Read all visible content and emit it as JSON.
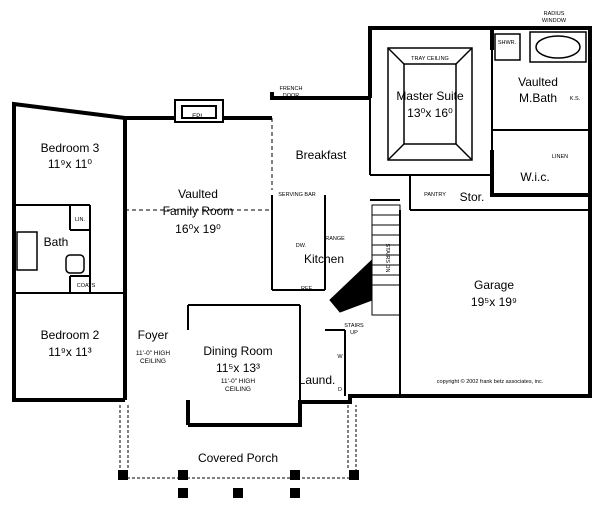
{
  "rooms": {
    "bedroom3": {
      "name": "Bedroom 3",
      "dims": "11⁹x 11⁰"
    },
    "bedroom2": {
      "name": "Bedroom 2",
      "dims": "11⁹x 11³"
    },
    "bath": {
      "name": "Bath"
    },
    "family": {
      "name": "Vaulted",
      "name2": "Family Room",
      "dims": "16⁰x 19⁰"
    },
    "breakfast": {
      "name": "Breakfast"
    },
    "kitchen": {
      "name": "Kitchen"
    },
    "master": {
      "name": "Master Suite",
      "dims": "13⁰x 16⁰"
    },
    "mbath": {
      "name": "Vaulted",
      "name2": "M.Bath"
    },
    "wic": {
      "name": "W.i.c."
    },
    "stor": {
      "name": "Stor."
    },
    "garage": {
      "name": "Garage",
      "dims": "19⁵x 19⁹"
    },
    "foyer": {
      "name": "Foyer",
      "note1": "11'-0\" HIGH",
      "note2": "CEILING"
    },
    "dining": {
      "name": "Dining Room",
      "dims": "11⁵x 13³",
      "note1": "11'-0\" HIGH",
      "note2": "CEILING"
    },
    "laund": {
      "name": "Laund."
    },
    "porch": {
      "name": "Covered Porch"
    }
  },
  "labels": {
    "fpl": "FPL.",
    "french_door_1": "FRENCH",
    "french_door_2": "DOOR",
    "radius_1": "RADIUS",
    "radius_2": "WINDOW",
    "shwr": "SHWR.",
    "tray": "TRAY CEILING",
    "linen": "LINEN",
    "ks": "K.S.",
    "pantry": "PANTRY",
    "serving_bar": "SERVING BAR",
    "dw": "DW.",
    "range": "RANGE",
    "ref": "REF.",
    "lin": "LIN.",
    "coats": "COATS",
    "stairs_dn": "STAIRS DN",
    "stairs_up_1": "STAIRS",
    "stairs_up_2": "UP",
    "washer": "W",
    "dryer": "D",
    "copyright": "copyright © 2002 frank betz associates, inc."
  }
}
